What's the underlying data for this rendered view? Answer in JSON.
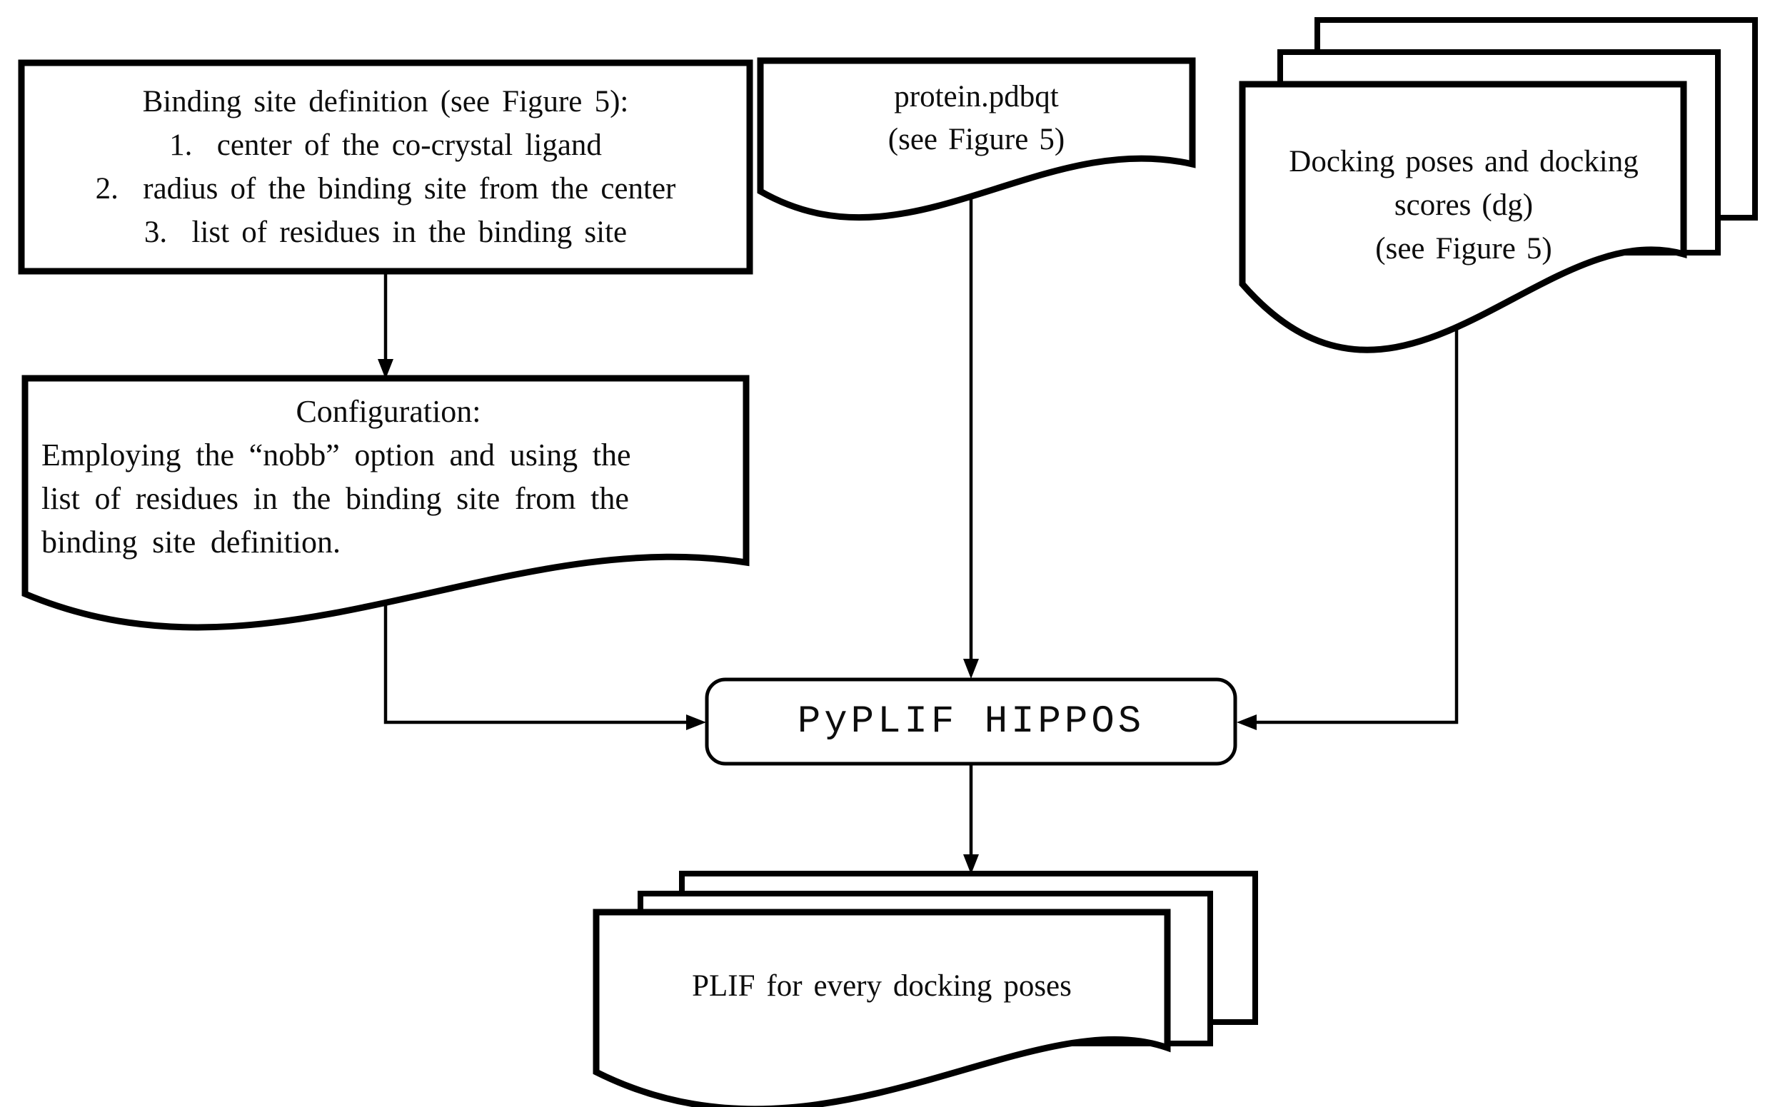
{
  "figure": {
    "background_color": "#ffffff",
    "stroke_color": "#000000",
    "fill_color": "#ffffff",
    "text_color": "#0d0d0d"
  },
  "nodes": {
    "binding_site": {
      "shape": "rectangle",
      "lines": [
        "Binding site definition (see Figure 5):",
        "1.  center of the co-crystal ligand",
        "2.  radius of the binding site from the center",
        "3.  list of residues in the binding site"
      ]
    },
    "protein_file": {
      "shape": "document",
      "lines": [
        "protein.pdbqt",
        "(see Figure 5)"
      ]
    },
    "docking_poses": {
      "shape": "document-stack",
      "lines": [
        "Docking poses and docking",
        "scores (dg)",
        "(see Figure 5)"
      ]
    },
    "configuration": {
      "shape": "document",
      "lines": [
        "Configuration:",
        "Employing the “nobb” option and using the",
        "list of residues in the binding site from the",
        "binding site definition."
      ]
    },
    "process": {
      "shape": "rounded-rectangle",
      "label": "PyPLIF HIPPOS"
    },
    "plif_output": {
      "shape": "document-stack",
      "label": "PLIF for every docking poses"
    }
  },
  "edges": [
    {
      "from": "binding_site",
      "to": "configuration",
      "direction": "down"
    },
    {
      "from": "configuration",
      "to": "process",
      "direction": "down-then-right"
    },
    {
      "from": "protein_file",
      "to": "process",
      "direction": "down"
    },
    {
      "from": "docking_poses",
      "to": "process",
      "direction": "down-then-left"
    },
    {
      "from": "process",
      "to": "plif_output",
      "direction": "down"
    }
  ]
}
